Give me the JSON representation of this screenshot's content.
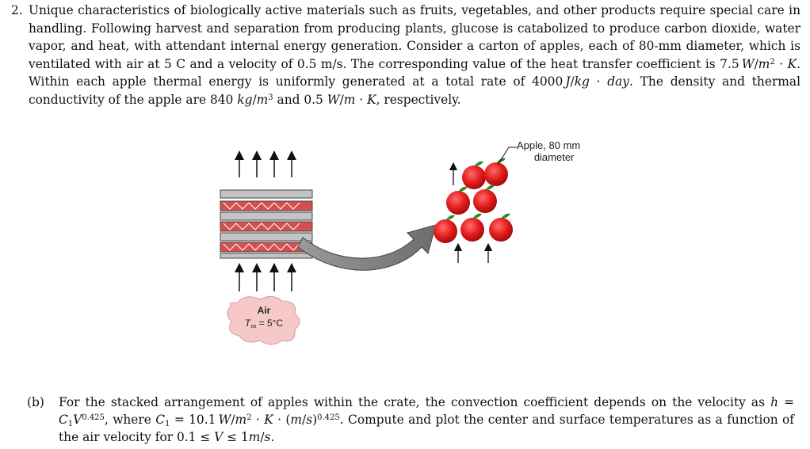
{
  "problem": {
    "number": "2.",
    "p1": "Unique characteristics of biologically active materials such as fruits, vegetables, and other products require special care in handling. Following harvest and separation from producing plants, glucose is catabolized to produce carbon dioxide, water vapor, and heat, with attendant internal energy generation. Consider a carton of apples, each of 80-mm diameter, which is ventilated with air at 5 C and a velocity of 0.5 m/s. The corresponding value of the heat transfer coefficient is ",
    "h_value": "7.5",
    "p2": ". Within each apple thermal energy is uniformly generated at a total rate of ",
    "q_value": "4000",
    "p3": ". The density and thermal conductivity of the apple are ",
    "rho_value": "840",
    "p4": " and ",
    "k_value": "0.5",
    "p5": ", respectively."
  },
  "figure": {
    "apple_label_line1": "Apple, 80 mm",
    "apple_label_line2": "diameter",
    "air_label": "Air",
    "air_temp_symbol": "T",
    "air_temp_sub": "∞",
    "air_temp_value": " = 5°C",
    "apple_color": "#e31b1b",
    "leaf_color": "#2a8a2a",
    "crate_color": "#b9b9b9",
    "air_cloud_color": "#f6c8c8"
  },
  "part_b": {
    "label": "(b)",
    "t1": "For the stacked arrangement of apples within the crate, the convection coefficient depends on the velocity as ",
    "c1_value": "10.1",
    "t2": ". Compute and plot the center and surface temperatures as a function of the air velocity for ",
    "range_low": "0.1",
    "range_high": "1"
  }
}
